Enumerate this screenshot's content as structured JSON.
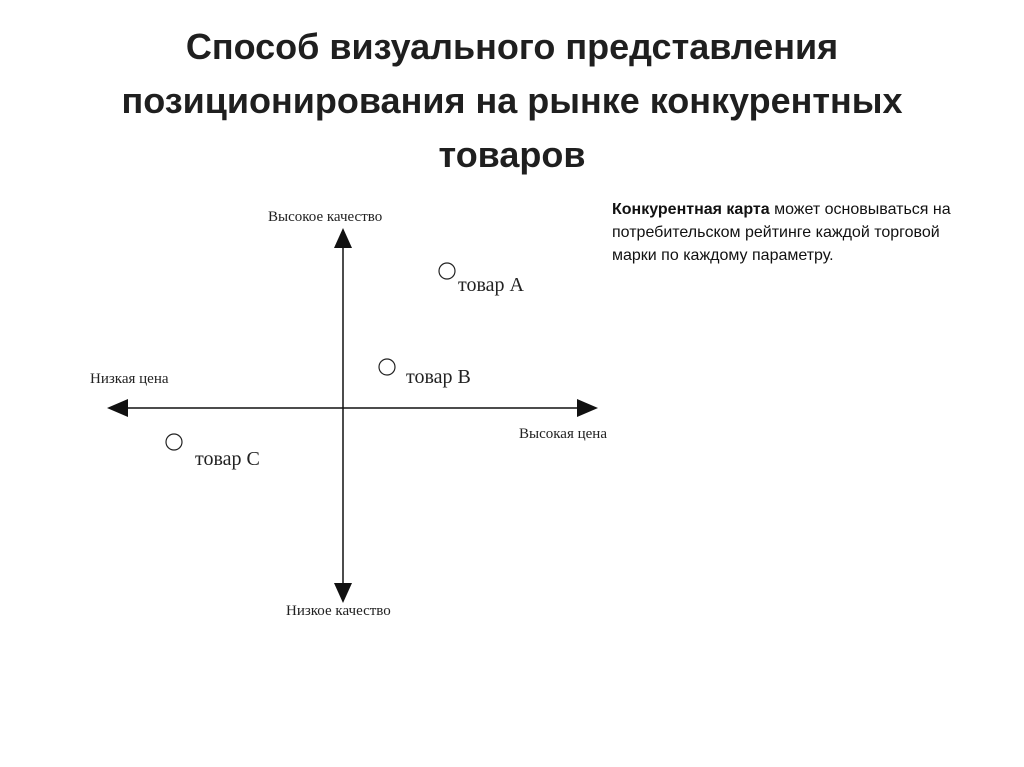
{
  "slide": {
    "title_lines": [
      "Способ визуального представления",
      "позиционирования на рынке конкурентных",
      "товаров"
    ]
  },
  "map": {
    "axes": {
      "top": "Высокое качество",
      "bottom": "Низкое качество",
      "left": "Низкая цена",
      "right": "Высокая цена"
    },
    "products": [
      {
        "marker": "circle",
        "label": "товар А"
      },
      {
        "marker": "circle",
        "label": "товар В"
      },
      {
        "marker": "circle",
        "label": "товар С"
      }
    ]
  },
  "note": {
    "bold": "Конкурентная карта",
    "text": " может основываться на потребительском рейтинге каждой торговой марки по каждому параметру."
  }
}
